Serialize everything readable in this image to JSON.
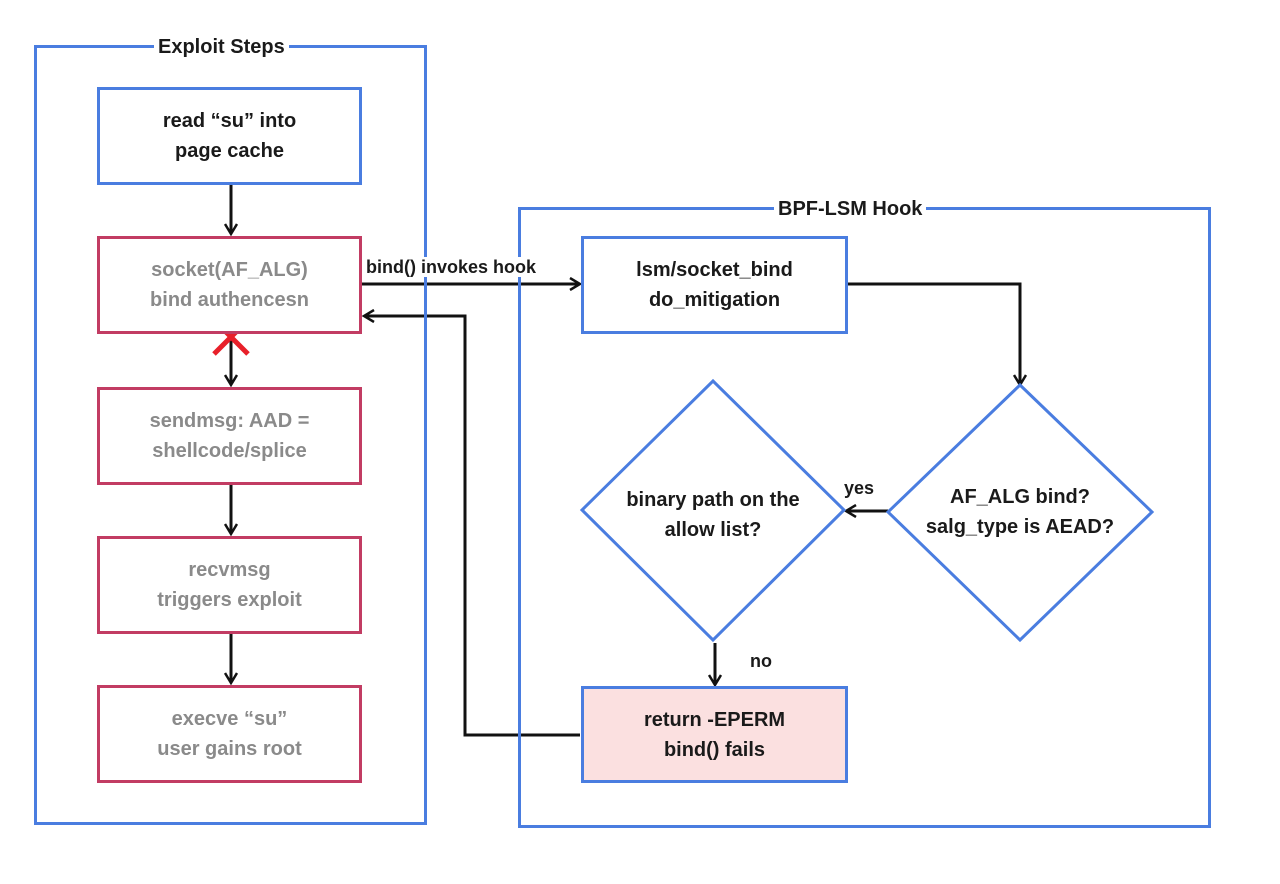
{
  "exploit": {
    "title": "Exploit Steps",
    "steps": [
      {
        "line1": "read “su” into",
        "line2": "page cache"
      },
      {
        "line1": "socket(AF_ALG)",
        "line2": "bind authencesn"
      },
      {
        "line1": "sendmsg: AAD =",
        "line2": "shellcode/splice"
      },
      {
        "line1": "recvmsg",
        "line2": "triggers exploit"
      },
      {
        "line1": "execve “su”",
        "line2": "user gains root"
      }
    ]
  },
  "hook": {
    "title": "BPF-LSM Hook",
    "entry": {
      "line1": "lsm/socket_bind",
      "line2": "do_mitigation"
    },
    "decision_aead": {
      "line1": "AF_ALG bind?",
      "line2": "salg_type is AEAD?"
    },
    "decision_allow": {
      "line1": "binary path on the",
      "line2": "allow list?"
    },
    "result": {
      "line1": "return -EPERM",
      "line2": "bind() fails"
    }
  },
  "edges": {
    "bind_label": "bind() invokes hook",
    "yes_label": "yes",
    "no_label": "no"
  },
  "colors": {
    "blue": "#4a7de0",
    "red_border": "#c23c63",
    "pink_fill": "#fbe0e0",
    "cross": "#e8202a"
  }
}
